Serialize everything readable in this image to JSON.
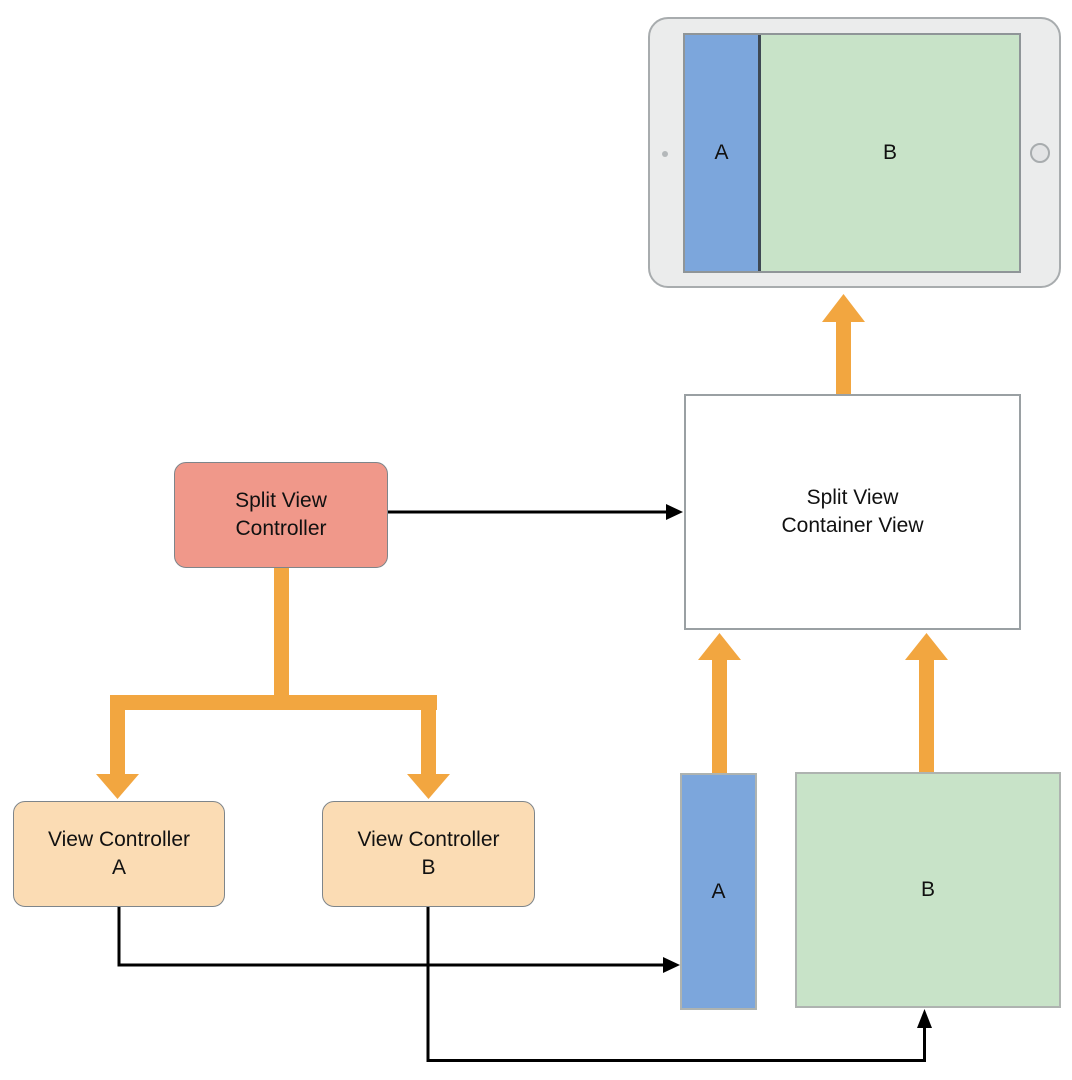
{
  "diagram": {
    "device": {
      "sidebar_label": "A",
      "content_label": "B"
    },
    "nodes": {
      "split_view_controller": {
        "line1": "Split View",
        "line2": "Controller"
      },
      "container_view": {
        "line1": "Split View",
        "line2": "Container View"
      },
      "view_controller_a": {
        "line1": "View Controller",
        "line2": "A"
      },
      "view_controller_b": {
        "line1": "View Controller",
        "line2": "B"
      },
      "view_a": {
        "label": "A"
      },
      "view_b": {
        "label": "B"
      }
    },
    "colors": {
      "accent-orange": "#F2A640",
      "controller-red": "#F0988A",
      "controller-peach": "#FBDCB4",
      "view-blue": "#7CA6DC",
      "view-green": "#C8E3C8",
      "connector-black": "#000000"
    }
  }
}
